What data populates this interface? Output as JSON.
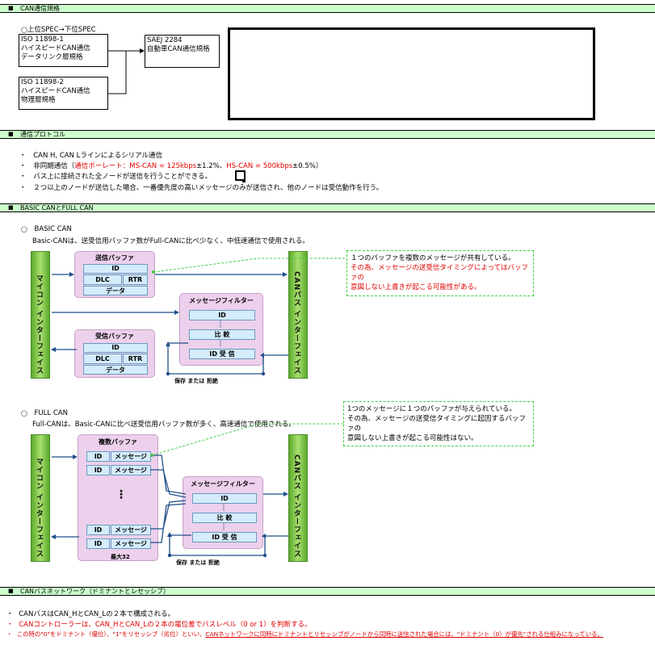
{
  "sections": {
    "spec": "CAN通信規格",
    "protocol": "通信プロトコル",
    "basic_full": "BASIC CANとFULL CAN",
    "network": "CANバスネットワーク（ドミナントとレセッシブ）"
  },
  "bullet_square": "■",
  "bullet_dot": "・",
  "bullet_ring": "◯",
  "spec": {
    "heading": "上位SPEC→下位SPEC",
    "iso1": [
      "ISO 11898-1",
      "ハイスピードCAN通信",
      "データリンク層規格"
    ],
    "iso2": [
      "ISO 11898-2",
      "ハイスピードCAN通信",
      "物理層規格"
    ],
    "saej": [
      "SAEJ 2284",
      "自動車CAN通信規格"
    ]
  },
  "protocol": {
    "line1": "CAN H, CAN Lラインによるシリアル通信",
    "line2_pre": "非同期通信（",
    "line2_baud_label": "通信ボーレート：MS-CAN = 125kbps",
    "line2_mid": "±1.2%、",
    "line2_hs": "HS-CAN = 500kbps",
    "line2_post": "±0.5%）",
    "line3": "バス上に接続された全ノードが送信を行うことができる。",
    "line4": "２つ以上のノードが送信した場合、一番優先度の高いメッセージのみが送信され、他のノードは受信動作を行う。"
  },
  "basic": {
    "title": "BASIC CAN",
    "desc": "Basic-CANは、送受信用バッファ数がFull-CANに比べ少なく、中低速通信で使用される。",
    "note": [
      "１つのバッファを複数のメッセージが共有している。",
      "その為、メッセージの送受信タイミングによってはバッファの",
      "意図しない上書きが起こる可能性がある。"
    ],
    "mcu_label": "マイコン インターフェイス",
    "bus_label": "CANバス インターフェイス",
    "tx_buffer": "送信バッファ",
    "rx_buffer": "受信バッファ",
    "filter": "メッセージフィルター",
    "id": "ID",
    "dlc": "DLC",
    "rtr": "RTR",
    "data": "データ",
    "compare": "比 較",
    "id_recv": "ID 受 信",
    "keep_discard": "保存 または 拒絶"
  },
  "full": {
    "title": "FULL CAN",
    "desc": "Full-CANは、Basic-CANに比べ送受信用バッファ数が多く、高速通信で使用される。",
    "note": [
      "1つのメッセージに１つのバッファが与えられている。",
      "その為、メッセージの送受信タイミングに起因するバッファの",
      "意図しない上書きが起こる可能性はない。"
    ],
    "mcu_label": "マイコン インターフェイス",
    "bus_label": "CANバス インターフェイス",
    "multi_buffer": "複数バッファ",
    "id": "ID",
    "message": "メッセージ",
    "dots": "⋮",
    "max": "最大32",
    "filter": "メッセージフィルター",
    "compare": "比 較",
    "id_recv": "ID 受 信",
    "keep_discard": "保存 または 拒絶"
  },
  "network": {
    "line1": "CANバスはCAN_HとCAN_Lの２本で構成される。",
    "line2": "CANコントローラーは、CAN_HとCAN_Lの２本の電位差でバスレベル（0 or 1）を判断する。",
    "line3_pre": "この時の\"0\"をドミナント（優位）、\"1\"をリセッシブ（劣位）といい、",
    "line3_u": "CANネットワークに同時にドミナントとリセッシブがノードから同時に送信された場合には、\"ドミナント（0）が優先\"される仕組みになっている。"
  },
  "colors": {
    "section_bg": "#ccffcc",
    "red": "#e00000",
    "bar_green": "#7ac040",
    "panel_pink": "#ecd0ec",
    "cell_blue": "#d4ecfb",
    "note_border": "#44cc44",
    "line_blue": "#1f4e8a"
  }
}
